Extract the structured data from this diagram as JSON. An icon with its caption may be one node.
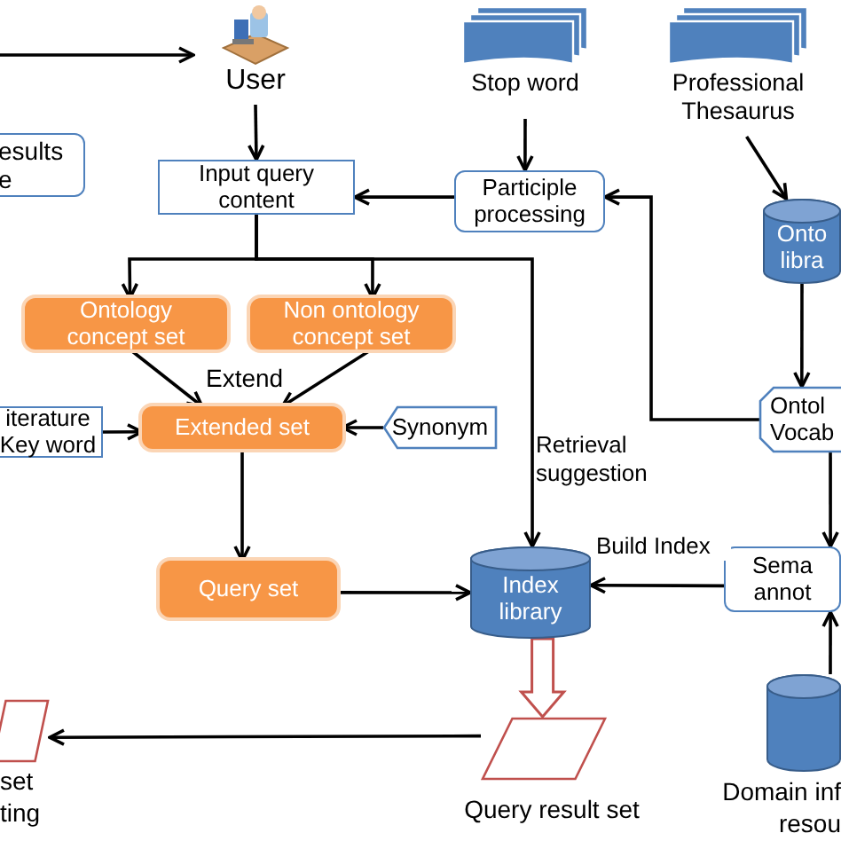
{
  "diagram": {
    "nodes": [
      {
        "text": [
          "esults e"
        ]
      },
      {
        "text": [
          "User"
        ]
      },
      {
        "text": [
          "Stop word"
        ]
      },
      {
        "text": [
          "Professional Thesaurus"
        ]
      },
      {
        "text": [
          "Input query content"
        ]
      },
      {
        "text": [
          "Participle processing"
        ]
      },
      {
        "text": [
          "Onto libra"
        ]
      },
      {
        "text": [
          "Ontology concept set"
        ]
      },
      {
        "text": [
          "Non ontology concept set"
        ]
      },
      {
        "text": [
          "iterature Key word"
        ]
      },
      {
        "text": [
          "Extended set"
        ]
      },
      {
        "text": [
          "Synonym"
        ]
      },
      {
        "text": [
          "Ontol Vocab"
        ]
      },
      {
        "text": [
          "Query set"
        ]
      },
      {
        "text": [
          "Index library"
        ]
      },
      {
        "text": [
          "Sema annot"
        ]
      },
      {
        "text": [],
        "shape": "parallelogram",
        "beside": [
          "set ting"
        ]
      },
      {
        "text": [],
        "shape": "parallelogram",
        "beside": [
          "Query result set"
        ]
      },
      {
        "text": [],
        "shape": "cylinder",
        "beside": [
          "Domain inf resou"
        ]
      }
    ],
    "edges": [
      {
        "from": null,
        "to": 1,
        "arrow": "to"
      },
      {
        "from": 1,
        "to": 4,
        "arrow": "to"
      },
      {
        "from": 2,
        "to": 5,
        "arrow": "to"
      },
      {
        "from": 3,
        "to": 6,
        "arrow": "to"
      },
      {
        "from": 5,
        "to": 4,
        "arrow": "to"
      },
      {
        "from": 4,
        "to": 7,
        "arrow": "to"
      },
      {
        "from": 4,
        "to": 8,
        "arrow": "to"
      },
      {
        "from": 4,
        "to": 14,
        "arrow": "to",
        "label": "Retrieval suggestion"
      },
      {
        "from": 7,
        "to": 10,
        "arrow": "to"
      },
      {
        "from": 8,
        "to": 10,
        "arrow": "to"
      },
      {
        "from": 9,
        "to": 10,
        "arrow": "to"
      },
      {
        "from": 11,
        "to": 10,
        "arrow": "to"
      },
      {
        "from": 6,
        "to": 12,
        "arrow": "to"
      },
      {
        "from": 12,
        "to": 5,
        "arrow": "to"
      },
      {
        "from": 10,
        "to": 13,
        "arrow": "to"
      },
      {
        "from": 13,
        "to": 14,
        "arrow": "to"
      },
      {
        "from": 12,
        "to": 15,
        "arrow": "to"
      },
      {
        "from": 15,
        "to": 14,
        "arrow": "to",
        "label": "Build Index"
      },
      {
        "from": 18,
        "to": 15,
        "arrow": "to"
      },
      {
        "from": 14,
        "to": 17,
        "arrow": "to",
        "style": "thick",
        "color": "#c0504d"
      },
      {
        "from": 17,
        "to": 16,
        "arrow": "to"
      }
    ],
    "labels": [
      "Extend"
    ]
  }
}
